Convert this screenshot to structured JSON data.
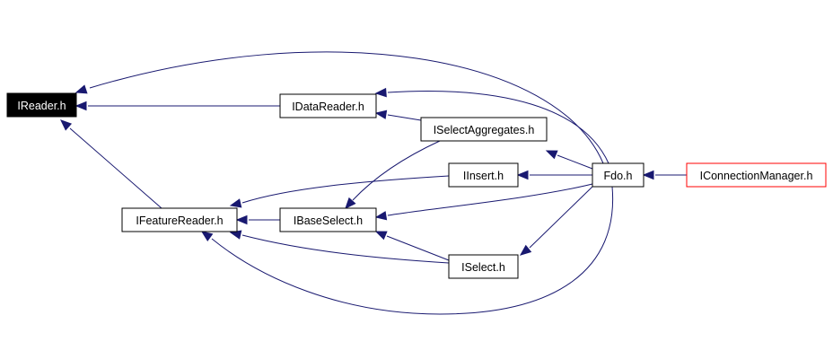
{
  "colors": {
    "background": "#ffffff",
    "edge": "#191970",
    "node_border": "#000000",
    "external_node_border": "#ff0000",
    "highlight_fill": "#000000",
    "highlight_text": "#ffffff"
  },
  "nodes": {
    "ireader": {
      "label": "IReader.h",
      "highlighted": true
    },
    "idatareader": {
      "label": "IDataReader.h"
    },
    "iselectaggregates": {
      "label": "ISelectAggregates.h"
    },
    "iinsert": {
      "label": "IInsert.h"
    },
    "fdo": {
      "label": "Fdo.h"
    },
    "iconnectionmanager": {
      "label": "IConnectionManager.h",
      "external": true
    },
    "ifeaturereader": {
      "label": "IFeatureReader.h"
    },
    "ibaseselect": {
      "label": "IBaseSelect.h"
    },
    "iselect": {
      "label": "ISelect.h"
    }
  },
  "edges": [
    {
      "from": "IConnectionManager.h",
      "to": "Fdo.h"
    },
    {
      "from": "Fdo.h",
      "to": "IReader.h"
    },
    {
      "from": "Fdo.h",
      "to": "IDataReader.h"
    },
    {
      "from": "Fdo.h",
      "to": "ISelectAggregates.h"
    },
    {
      "from": "Fdo.h",
      "to": "IInsert.h"
    },
    {
      "from": "Fdo.h",
      "to": "IBaseSelect.h"
    },
    {
      "from": "Fdo.h",
      "to": "ISelect.h"
    },
    {
      "from": "Fdo.h",
      "to": "IFeatureReader.h"
    },
    {
      "from": "IDataReader.h",
      "to": "IReader.h"
    },
    {
      "from": "ISelectAggregates.h",
      "to": "IDataReader.h"
    },
    {
      "from": "ISelectAggregates.h",
      "to": "IBaseSelect.h"
    },
    {
      "from": "IInsert.h",
      "to": "IFeatureReader.h"
    },
    {
      "from": "IFeatureReader.h",
      "to": "IReader.h"
    },
    {
      "from": "IBaseSelect.h",
      "to": "IFeatureReader.h"
    },
    {
      "from": "ISelect.h",
      "to": "IBaseSelect.h"
    },
    {
      "from": "ISelect.h",
      "to": "IFeatureReader.h"
    }
  ]
}
